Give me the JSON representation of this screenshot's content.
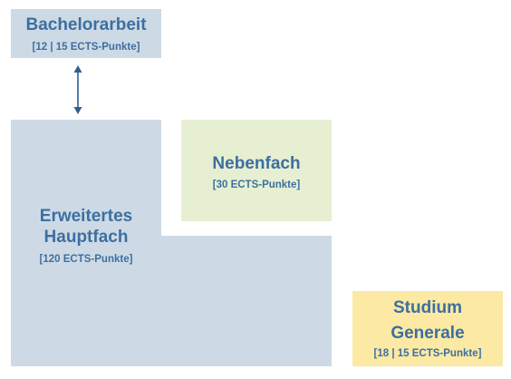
{
  "blocks": {
    "bachelorarbeit": {
      "title": "Bachelorarbeit",
      "credits": "[12  |  15 ECTS-Punkte]",
      "color": "#cddae6"
    },
    "hauptfach": {
      "title_line1": "Erweitertes",
      "title_line2": "Hauptfach",
      "credits": "[120 ECTS-Punkte]",
      "color": "#cddae6"
    },
    "nebenfach": {
      "title": "Nebenfach",
      "credits": "[30 ECTS-Punkte]",
      "color": "#e6efd2"
    },
    "studium_generale": {
      "title_line1": "Studium",
      "title_line2": "Generale",
      "credits": "[18  |  15 ECTS-Punkte]",
      "color": "#fbe9a4"
    }
  },
  "text_color": "#3d6fa0",
  "connector_color": "#2f5f8f"
}
